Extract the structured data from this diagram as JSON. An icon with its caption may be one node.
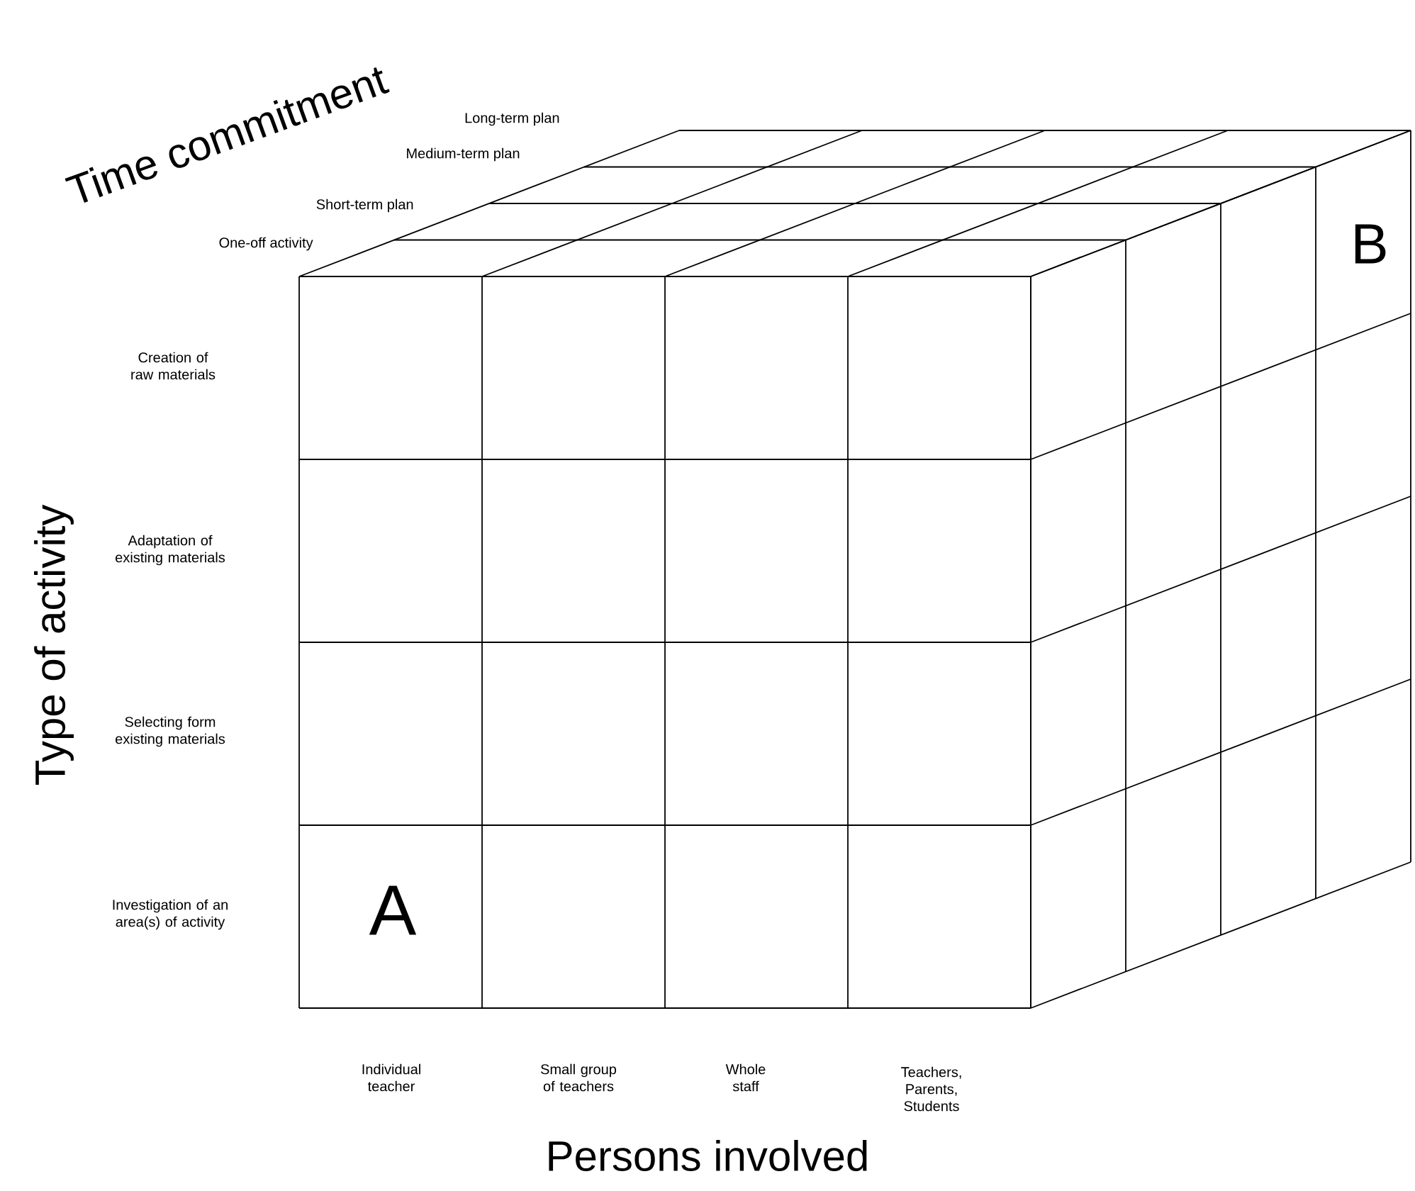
{
  "diagram": {
    "labels": [
      "Time commitment",
      "Long-term plan",
      "Medium-term plan",
      "Short-term plan",
      "One-off activity",
      "B",
      "Creation of raw materials",
      "Type of activity",
      "Adaptation of existing materials",
      "Selecting form existing materials",
      "Investigation of an area(s) of activity",
      "A",
      "Individual teacher",
      "Small group of teachers",
      "Whole staff",
      "Teachers, Parents, Students",
      "Persons involved"
    ]
  }
}
